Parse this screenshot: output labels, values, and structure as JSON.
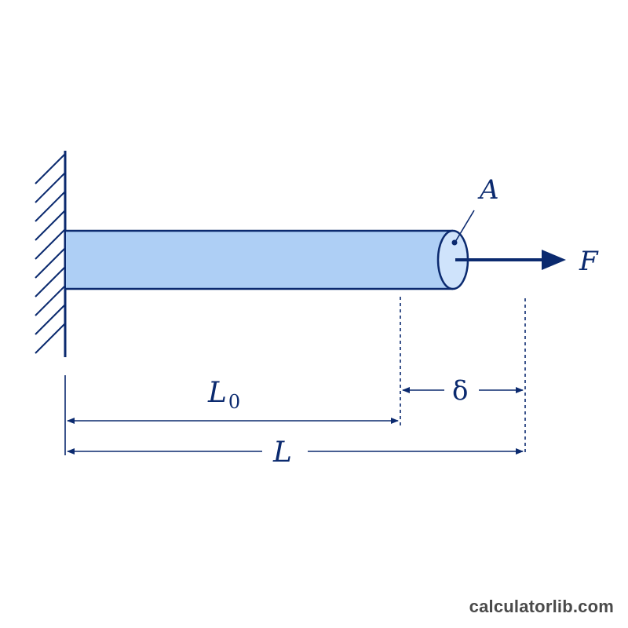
{
  "labels": {
    "area": "A",
    "force": "F",
    "original_length": "L",
    "original_length_subscript": "0",
    "elongation": "δ",
    "final_length": "L"
  },
  "watermark": "calculatorlib.com",
  "colors": {
    "stroke": "#0b2a6f",
    "bar_fill": "#aecff5",
    "end_fill": "#cfe3fb",
    "background": "#ffffff",
    "watermark": "#4a4a4a"
  }
}
